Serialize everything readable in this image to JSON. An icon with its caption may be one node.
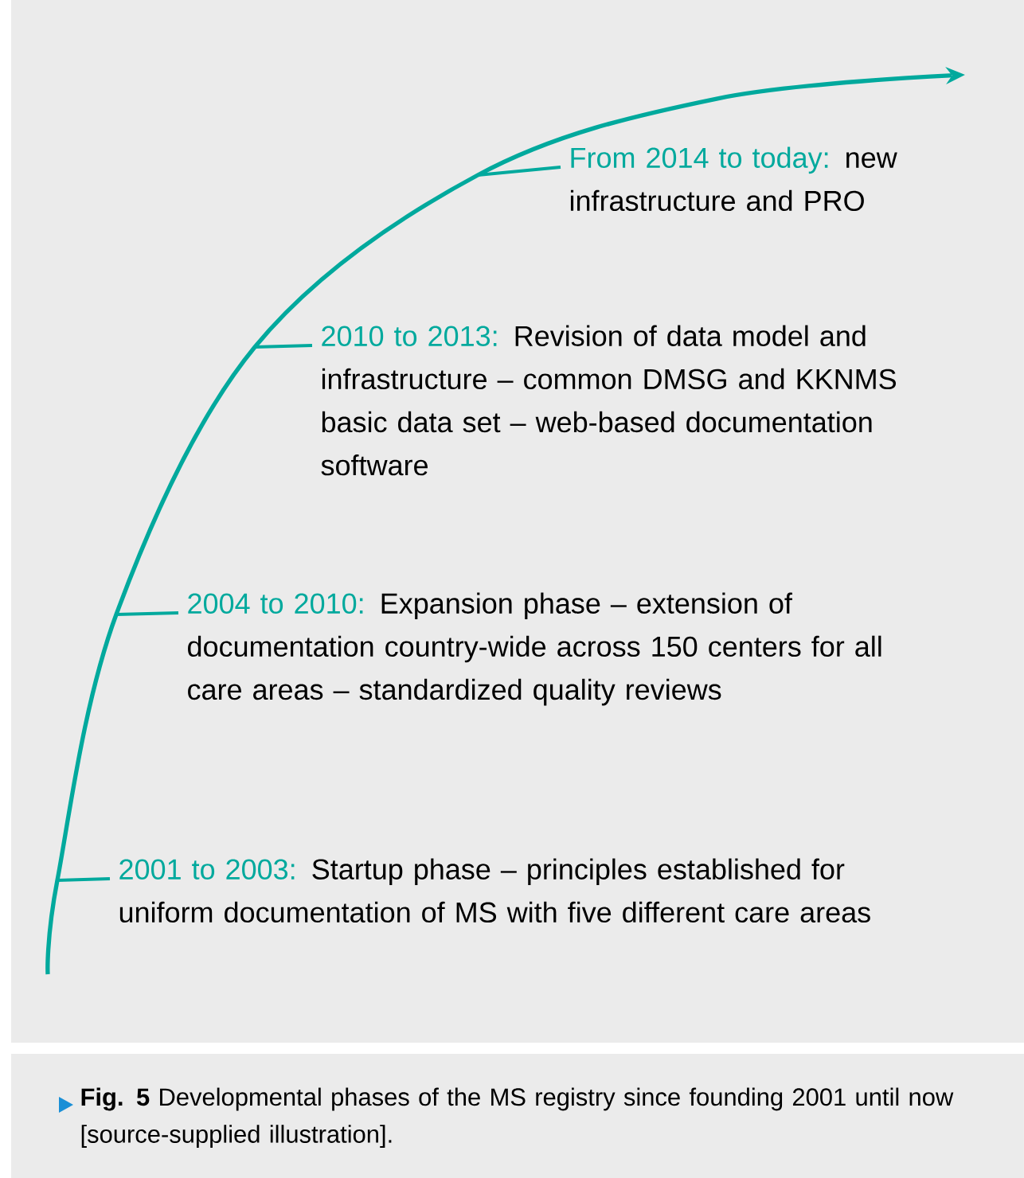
{
  "diagram": {
    "caption": "**Fig. 5** Developmental phases of the MS registry since founding 2001 until now [source-supplied illustration].",
    "nodes": [
      {
        "text": [
          "From 2014 to today:",
          "new infrastructure and PRO"
        ]
      },
      {
        "text": [
          "2010 to 2013:",
          "Revision of data model and infrastructure – common DMSG and KKNMS basic data set – web-based documentation software"
        ]
      },
      {
        "text": [
          "2004 to 2010:",
          "Expansion phase – extension of documentation country-wide across 150 centers for all care areas – standardized quality reviews"
        ]
      },
      {
        "text": [
          "2001 to 2003:",
          "Startup phase – principles established for uniform documentation of MS with five different care areas"
        ]
      }
    ],
    "edges": [
      {
        "from": 0,
        "to": null,
        "arrow": "none"
      },
      {
        "from": 1,
        "to": null,
        "arrow": "none"
      },
      {
        "from": 2,
        "to": null,
        "arrow": "none"
      },
      {
        "from": 3,
        "to": null,
        "arrow": "none"
      }
    ]
  }
}
